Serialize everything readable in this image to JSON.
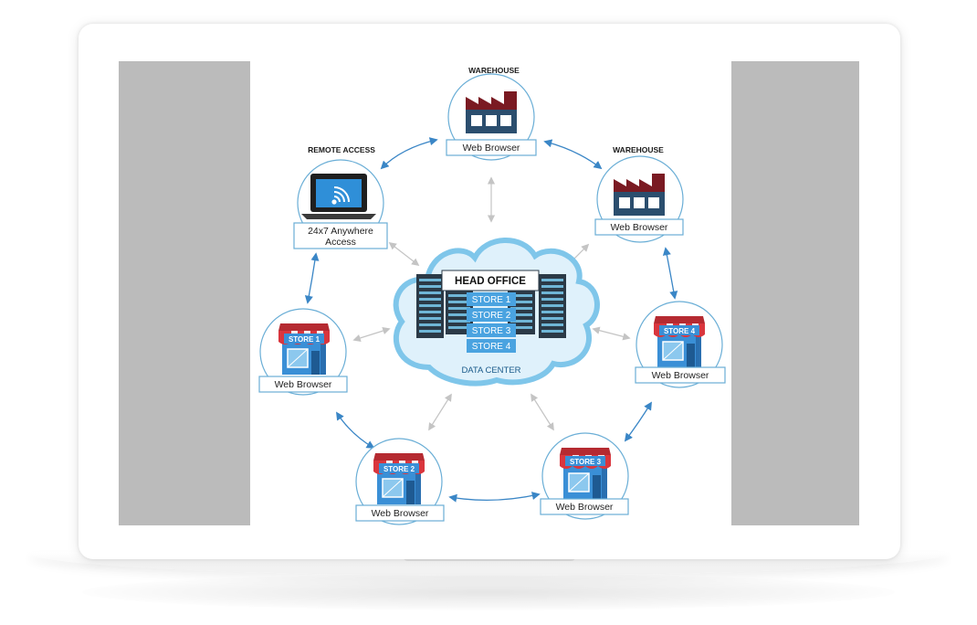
{
  "diagram": {
    "center": {
      "title": "HEAD OFFICE",
      "stores": [
        "STORE 1",
        "STORE 2",
        "STORE 3",
        "STORE 4"
      ],
      "footer": "DATA CENTER"
    },
    "nodes": {
      "warehouse_top": {
        "heading": "WAREHOUSE",
        "label": "Web Browser"
      },
      "warehouse_right": {
        "heading": "WAREHOUSE",
        "label": "Web Browser"
      },
      "remote_access": {
        "heading": "REMOTE ACCESS",
        "label_line1": "24x7 Anywhere",
        "label_line2": "Access"
      },
      "store1": {
        "badge": "STORE 1",
        "label": "Web Browser"
      },
      "store2": {
        "badge": "STORE 2",
        "label": "Web Browser"
      },
      "store3": {
        "badge": "STORE 3",
        "label": "Web Browser"
      },
      "store4": {
        "badge": "STORE 4",
        "label": "Web Browser"
      }
    },
    "colors": {
      "cloud": "#7fc6ea",
      "server": "#2b3a47",
      "store_box": "#3a8fd6",
      "awning_red": "#d9363e",
      "factory_roof": "#7a1a22",
      "arrow_blue": "#3a86c6",
      "arrow_gray": "#c8c8c8"
    },
    "icons": [
      "laptop-wifi-icon",
      "factory-icon",
      "store-awning-icon",
      "server-rack-icon",
      "cloud-icon"
    ]
  }
}
